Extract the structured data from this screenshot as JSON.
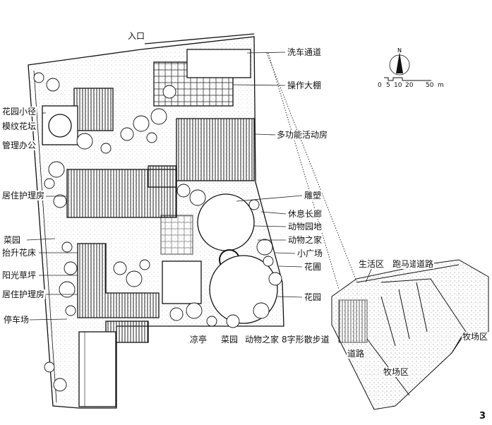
{
  "labels": {
    "entrance": "入口",
    "car_wash_lane": "洗车通道",
    "work_shed": "操作大棚",
    "garden_path": "花园小径",
    "pattern_flower_bed": "模纹花坛",
    "admin_office": "管理办公",
    "multi_function_room": "多功能活动房",
    "care_residence_1": "居住护理房",
    "sculpture": "雕塑",
    "rest_corridor": "休息长廊",
    "vegetable_garden_1": "菜园",
    "animal_yard": "动物园地",
    "animal_house_1": "动物之家",
    "small_plaza": "小广场",
    "raised_flower_bed": "抬升花床",
    "flower_nursery": "花圃",
    "sunny_lawn": "阳光草坪",
    "garden": "花园",
    "care_residence_2": "居住护理房",
    "parking": "停车场",
    "pavilion": "凉亭",
    "vegetable_garden_2": "菜园",
    "animal_house_2": "动物之家",
    "figure8_walk": "8字形散步道",
    "living_area": "生活区",
    "bridle_path": "跑马道",
    "road_1": "道路",
    "pasture_1": "牧场区",
    "road_2": "道路",
    "pasture_2": "牧场区"
  },
  "north_arrow": "N",
  "scale_bar": {
    "ticks": [
      "0",
      "5",
      "10",
      "20",
      "50"
    ],
    "unit": "m"
  },
  "figure_number": "3"
}
